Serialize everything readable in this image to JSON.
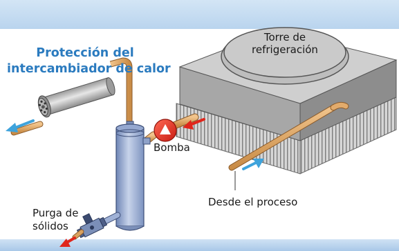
{
  "title": [
    "Protección del",
    "intercambiador de calor"
  ],
  "labels": {
    "tower": [
      "Torre de",
      "refrigeración"
    ],
    "pump": "Bomba",
    "process": "Desde el proceso",
    "purge": [
      "Purga de",
      "sólidos"
    ]
  },
  "colors": {
    "header_band": "#c9dff2",
    "bottom_band": "#b7d3ec",
    "title": "#2b7bbf",
    "pipe": "#d9a15f",
    "tower": "#a9a9a9",
    "separator": "#8fa6cc",
    "pump": "#e0251b",
    "arrow_blue": "#3ea3dc",
    "arrow_red": "#e0251b"
  }
}
